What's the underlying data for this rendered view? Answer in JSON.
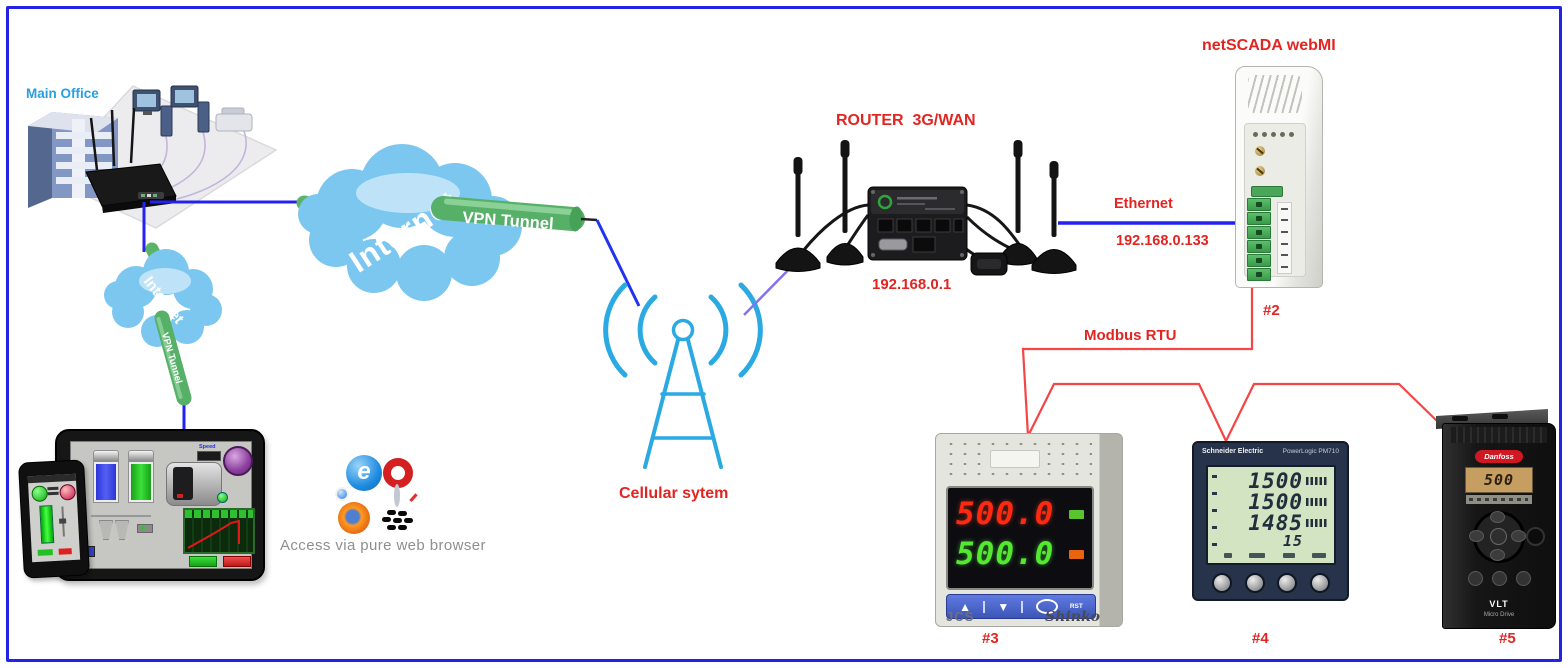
{
  "office": {
    "label": "Main Office"
  },
  "clouds": {
    "big": {
      "label": "Internet",
      "tunnel_label": "VPN Tunnel"
    },
    "small": {
      "label": "Internet",
      "tunnel_label": "VPN Tunnel"
    }
  },
  "cellular": {
    "label": "Cellular sytem"
  },
  "router3g": {
    "title": "ROUTER  3G/WAN",
    "ip": "192.168.0.1"
  },
  "ethernet": {
    "label": "Ethernet",
    "ip": "192.168.0.133"
  },
  "netscada": {
    "title": "netSCADA webMI",
    "tag": "#2"
  },
  "modbus": {
    "label": "Modbus RTU"
  },
  "jcs": {
    "tag": "#3",
    "pv": "500.0",
    "sv": "500.0",
    "model": "JCS",
    "brand": "Shinko",
    "rst": "RST",
    "icons": {
      "up": "▲",
      "down": "▼"
    }
  },
  "pm710": {
    "tag": "#4",
    "brand": "Schneider Electric",
    "product": "PowerLogic PM710",
    "line1": "1500",
    "line2": "1500",
    "line3": "1485",
    "line4": "15"
  },
  "vlt": {
    "tag": "#5",
    "brand": "Danfoss",
    "display": "500",
    "model": "VLT",
    "series": "Micro Drive"
  },
  "hmi": {
    "speed_label": "Speed"
  },
  "access": {
    "label": "Access via pure web browser"
  },
  "browsers": {
    "ie_glyph": "e"
  },
  "colors": {
    "line_blue": "#2222f2",
    "line_red": "#f54545",
    "line_violet": "#8673ec",
    "label_red": "#e32522",
    "cloud": "#7cc7f0",
    "pipe_green": "#57b068"
  }
}
